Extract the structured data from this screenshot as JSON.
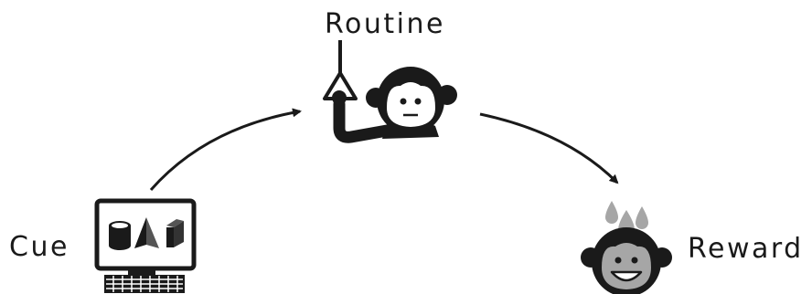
{
  "labels": {
    "routine": "Routine",
    "cue": "Cue",
    "reward": "Reward"
  },
  "colors": {
    "ink": "#1a1a1a",
    "gray": "#a6a6a6",
    "white": "#ffffff"
  },
  "icons": {
    "cue": "computer-monitor-with-shapes-icon",
    "routine": "monkey-pulling-lever-icon",
    "reward": "smiling-monkey-with-drops-icon"
  }
}
